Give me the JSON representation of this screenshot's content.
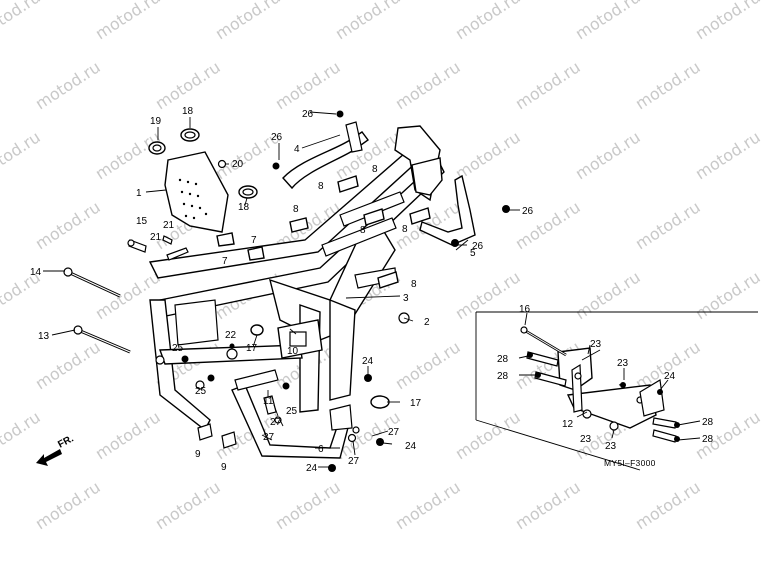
{
  "watermark": {
    "text": "motod.ru"
  },
  "diagram_code": "MY5I–F3000",
  "direction": {
    "label": "FR."
  },
  "callouts": [
    "1",
    "2",
    "3",
    "4",
    "5",
    "6",
    "7",
    "7",
    "8",
    "8",
    "8",
    "8",
    "8",
    "8",
    "9",
    "9",
    "10",
    "11",
    "12",
    "13",
    "14",
    "15",
    "16",
    "17",
    "17",
    "18",
    "18",
    "19",
    "20",
    "21",
    "21",
    "22",
    "23",
    "23",
    "23",
    "23",
    "24",
    "24",
    "24",
    "24",
    "25",
    "25",
    "25",
    "26",
    "26",
    "26",
    "26",
    "27",
    "27",
    "27",
    "27",
    "28",
    "28",
    "28",
    "28"
  ]
}
